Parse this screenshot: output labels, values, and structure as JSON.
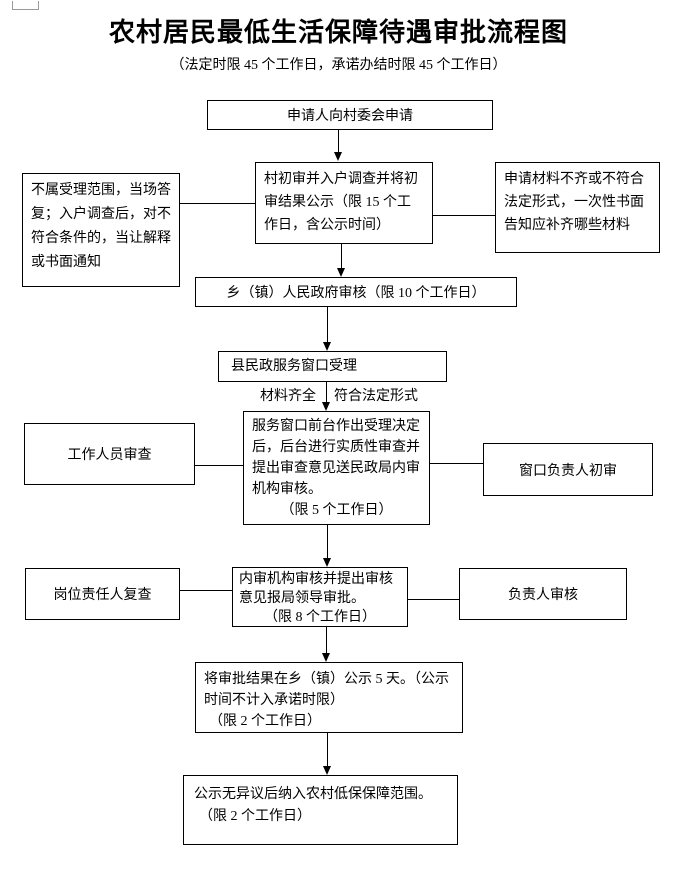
{
  "page": {
    "title": "农村居民最低生活保障待遇审批流程图",
    "subtitle": "（法定时限 45 个工作日，承诺办结时限 45 个工作日）"
  },
  "flow": {
    "apply": {
      "text": "申请人向村委会申请"
    },
    "reject_notice": {
      "text": "不属受理范围，当场答复；入户调查后，对不符合条件的，当让解释或书面通知"
    },
    "village_review": {
      "text": "村初审并入户调查并将初审结果公示（限 15 个工作日，含公示时间）"
    },
    "materials_notice": {
      "text": "申请材料不齐或不符合法定形式，一次性书面告知应补齐哪些材料"
    },
    "township_review": {
      "text": "乡（镇）人民政府审核（限 10 个工作日）"
    },
    "county_window": {
      "text": "县民政服务窗口受理"
    },
    "branch_labels": {
      "left": "材料齐全",
      "right": "符合法定形式"
    },
    "staff_review": {
      "text": "工作人员审查"
    },
    "window_decision": {
      "text": "服务窗口前台作出受理决定后，后台进行实质性审查并提出审查意见送民政局内审机构审核。",
      "limit": "（限 5 个工作日）"
    },
    "window_chief_review": {
      "text": "窗口负责人初审"
    },
    "post_recheck": {
      "text": "岗位责任人复查"
    },
    "internal_audit": {
      "text": "内审机构审核并提出审核意见报局领导审批。",
      "limit": "（限 8 个工作日）"
    },
    "chief_review": {
      "text": "负责人审核"
    },
    "publicity": {
      "text": "将审批结果在乡（镇）公示 5 天。（公示时间不计入承诺时限）",
      "limit": "（限 2 个工作日）"
    },
    "final_step": {
      "text": "公示无异议后纳入农村低保保障范围。",
      "limit": "（限 2 个工作日）"
    }
  }
}
